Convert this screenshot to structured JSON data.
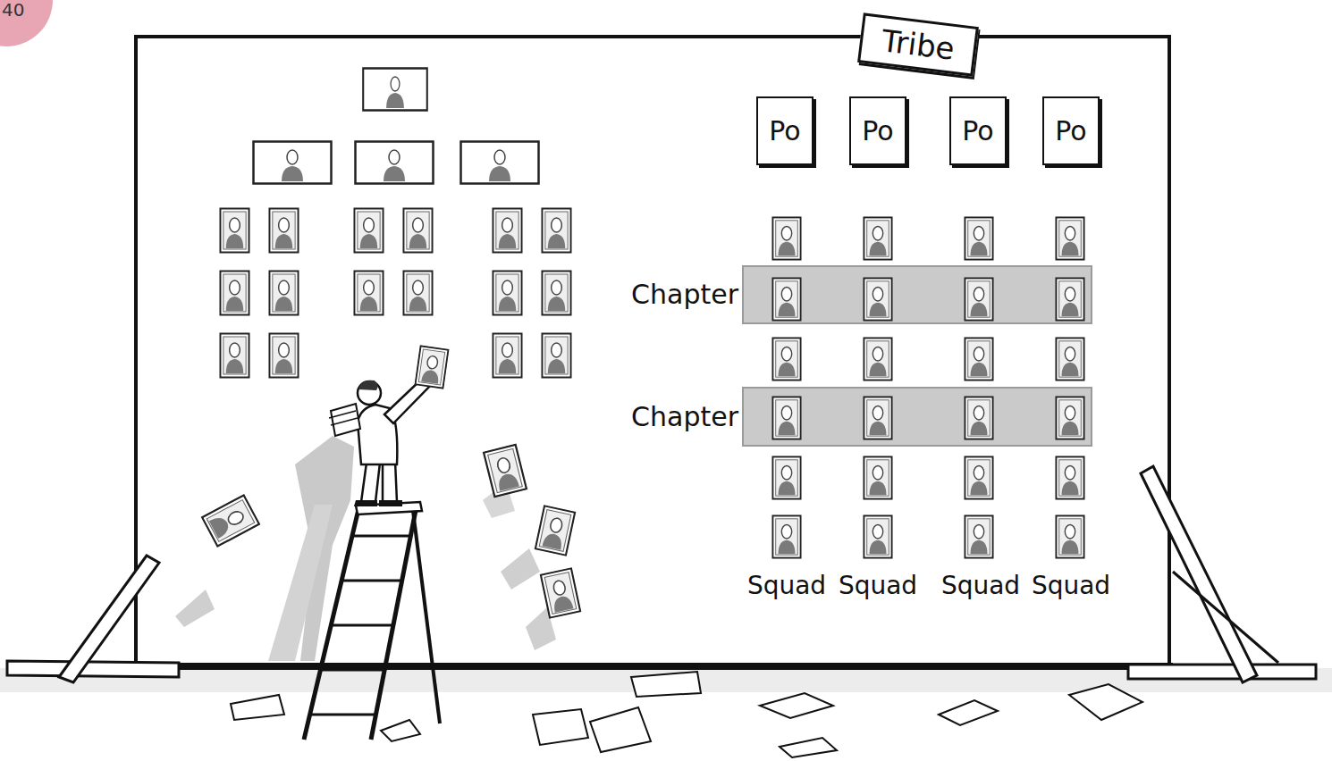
{
  "diagram": {
    "nodes": [
      {
        "text": [
          "40"
        ]
      },
      {
        "text": [
          "Tribe"
        ]
      },
      {
        "text": [
          "Po"
        ]
      },
      {
        "text": [
          "Po"
        ]
      },
      {
        "text": [
          "Po"
        ]
      },
      {
        "text": [
          "Po"
        ]
      },
      {
        "text": [
          "Chapter"
        ]
      },
      {
        "text": [
          "Chapter"
        ]
      }
    ],
    "labels": [
      "Squad",
      "Squad",
      "Squad",
      "Squad"
    ]
  }
}
